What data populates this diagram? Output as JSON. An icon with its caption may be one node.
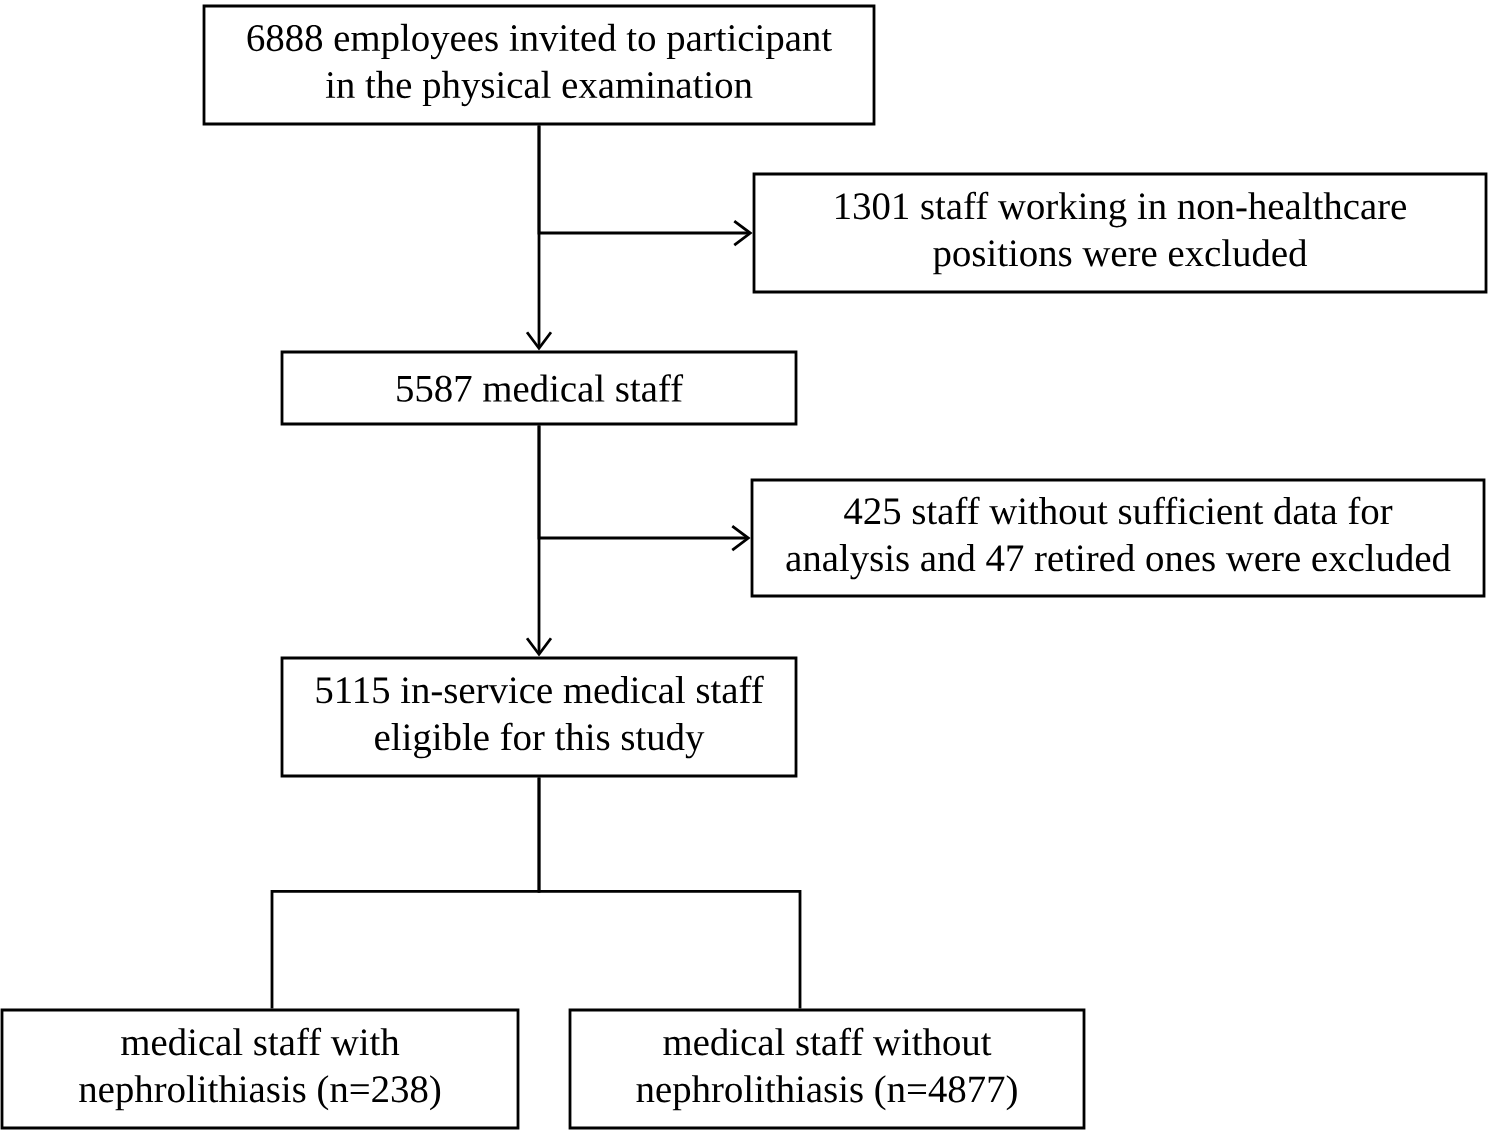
{
  "diagram": {
    "nodes": [
      {
        "text": [
          "6888 employees invited to participant in the physical examination"
        ]
      },
      {
        "text": [
          "1301 staff working in non-healthcare positions were excluded"
        ]
      },
      {
        "text": [
          "5587 medical staff"
        ]
      },
      {
        "text": [
          "425 staff without sufficient data for analysis and 47 retired ones were excluded"
        ]
      },
      {
        "text": [
          "5115 in-service medical staff eligible for this study"
        ]
      },
      {
        "text": [
          "medical staff with nephrolithiasis (n=238)"
        ]
      },
      {
        "text": [
          "medical staff without nephrolithiasis (n=4877)"
        ]
      }
    ],
    "edges": [
      {
        "from": 0,
        "to": 2,
        "arrow": "to"
      },
      {
        "from": 0,
        "to": 1,
        "arrow": "to"
      },
      {
        "from": 2,
        "to": 4,
        "arrow": "to"
      },
      {
        "from": 2,
        "to": 3,
        "arrow": "to"
      },
      {
        "from": 4,
        "to": 5,
        "arrow": "none"
      },
      {
        "from": 4,
        "to": 6,
        "arrow": "none"
      }
    ]
  }
}
